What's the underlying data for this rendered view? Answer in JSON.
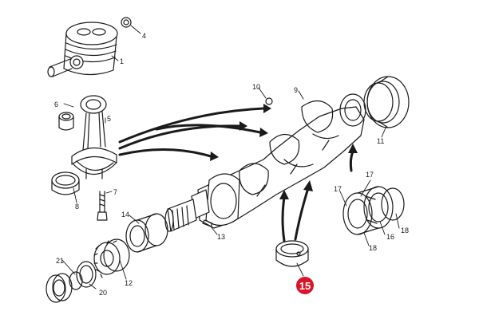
{
  "callouts": {
    "c1": "1",
    "c4": "4",
    "c5": "5",
    "c6": "6",
    "c7": "7",
    "c8": "8",
    "c9": "9",
    "c10": "10",
    "c11": "11",
    "c12": "12",
    "c13": "13",
    "c14": "14",
    "c15": "15",
    "c16": "16",
    "c17a": "17",
    "c17b": "17",
    "c18a": "18",
    "c18b": "18",
    "c20": "20",
    "c21": "21"
  },
  "colors": {
    "line": "#1a1a1a",
    "highlight": "#d9152a",
    "highlight_text": "#ffffff"
  }
}
